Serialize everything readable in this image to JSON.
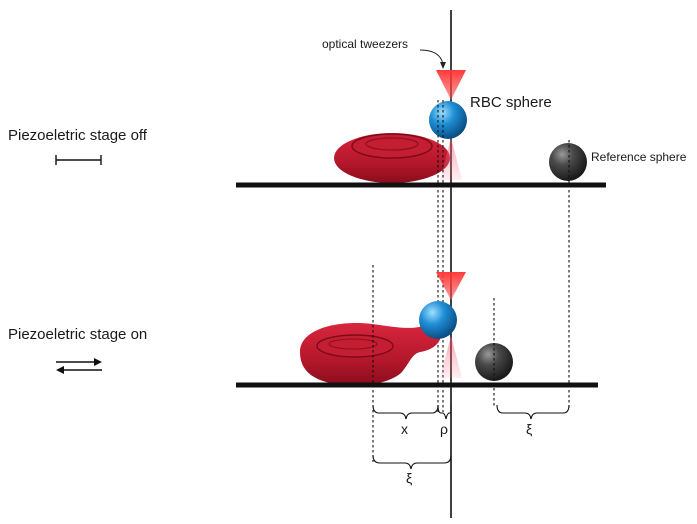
{
  "labels": {
    "optical_tweezers": "optical tweezers",
    "rbc_sphere": "RBC sphere",
    "reference_sphere": "Reference sphere",
    "stage_off": "Piezoeletric stage off",
    "stage_on": "Piezoeletric stage on",
    "x": "x",
    "rho": "ρ",
    "xi_right": "ξ",
    "xi_bottom": "ξ"
  },
  "colors": {
    "rbc_red": "#b5182c",
    "rbc_dark": "#8e0f20",
    "sphere_blue": "#1f86c8",
    "ref_sphere": "#3a3a3a",
    "laser_red": "#ff2a2a",
    "ink": "#111111"
  }
}
